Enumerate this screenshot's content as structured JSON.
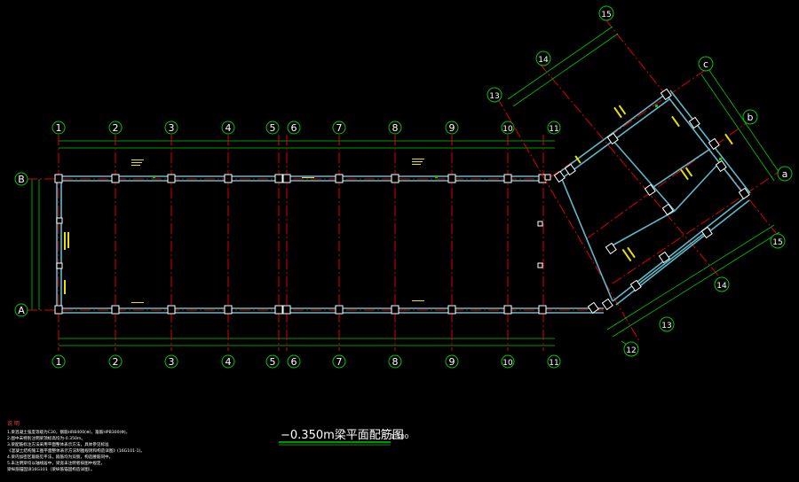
{
  "drawing": {
    "title": "−0.350m梁平面配筋图",
    "scale": "1:100",
    "colors": {
      "background": "#000000",
      "axis": "#e00000",
      "beam": "#5fb8c8",
      "dimension": "#00c800",
      "column": "#ffffff",
      "rebar_tag": "#e8e000"
    }
  },
  "axes": {
    "top_numbers": [
      "1",
      "2",
      "3",
      "4",
      "5",
      "6",
      "7",
      "8",
      "9",
      "10",
      "11"
    ],
    "bottom_numbers": [
      "1",
      "2",
      "3",
      "4",
      "5",
      "6",
      "7",
      "8",
      "9",
      "10",
      "11"
    ],
    "left_letters": [
      "B",
      "A"
    ],
    "wing_numbers": [
      "12",
      "13",
      "14",
      "15"
    ],
    "wing_letters": [
      "a",
      "b",
      "c"
    ],
    "wing_left_numbers": [
      "13",
      "14",
      "15"
    ]
  },
  "notes": {
    "title": "说 明",
    "lines": [
      "1.梁混凝土强度等级为C30，钢筋HRB400(⊕)，箍筋HPB300(Φ)。",
      "2.图中未特别注明梁顶标高均为-0.350m。",
      "3.梁配筋标注方法采用平面整体表示方法，具体参见标准",
      "  《混凝土结构施工图平面整体表示方法制图规则和构造详图》(16G101-1)。",
      "4.梁内加密区箍筋见平法，箍筋均为双肢，构造腰筋同中。",
      "5.未注明梁均以轴线居中，梁宽未注明者按图中规定。",
      "  梁纵筋锚固详16G101（梁纵筋锚固构造详图）。"
    ]
  }
}
